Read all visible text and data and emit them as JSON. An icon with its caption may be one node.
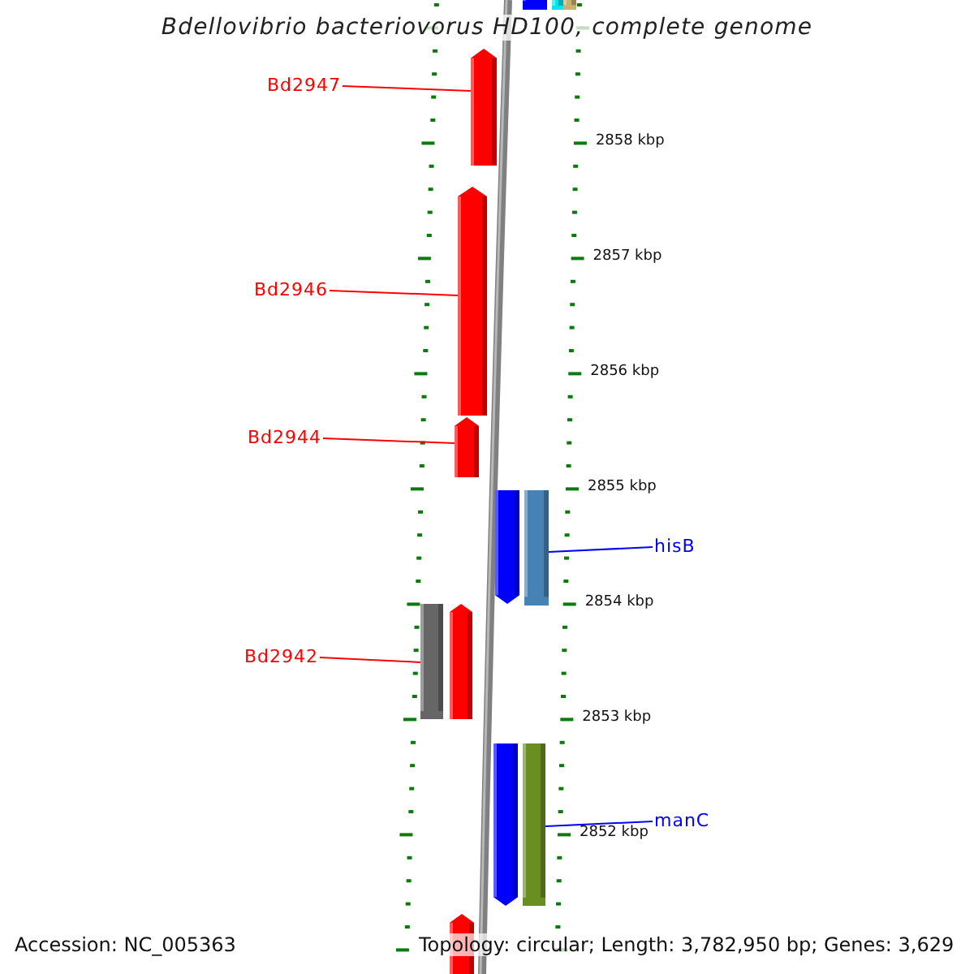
{
  "diagram": {
    "title": "Bdellovibrio bacteriovorus HD100, complete genome",
    "nodes": [
      {
        "text": [],
        "shape": "bar"
      },
      {
        "text": [],
        "shape": "bar"
      },
      {
        "text": [],
        "shape": "bar"
      },
      {
        "text": [
          "Bd2947"
        ]
      },
      {
        "text": [],
        "shape": "bar"
      },
      {
        "text": [
          "Bd2946"
        ]
      },
      {
        "text": [],
        "shape": "bar"
      },
      {
        "text": [
          "Bd2944"
        ]
      },
      {
        "text": [],
        "shape": "bar"
      },
      {
        "text": [],
        "shape": "bar"
      },
      {
        "text": [],
        "shape": "bar"
      },
      {
        "text": [
          "hisB"
        ]
      },
      {
        "text": [],
        "shape": "bar"
      },
      {
        "text": [],
        "shape": "bar"
      },
      {
        "text": [
          "Bd2942"
        ]
      },
      {
        "text": [],
        "shape": "bar"
      },
      {
        "text": [],
        "shape": "bar"
      },
      {
        "text": [
          "manC"
        ]
      },
      {
        "text": [],
        "shape": "bar"
      }
    ],
    "edges": [
      {
        "from": 3,
        "to": 4,
        "arrow": "none"
      },
      {
        "from": 5,
        "to": 6,
        "arrow": "none"
      },
      {
        "from": 7,
        "to": 8,
        "arrow": "none"
      },
      {
        "from": 11,
        "to": 10,
        "arrow": "none",
        "color": "#0000ff"
      },
      {
        "from": 14,
        "to": 12,
        "arrow": "none"
      },
      {
        "from": 17,
        "to": 16,
        "arrow": "none",
        "color": "#0000ff"
      }
    ],
    "labels": [
      "2858 kbp",
      "2857 kbp",
      "2856 kbp",
      "2855 kbp",
      "2854 kbp",
      "2853 kbp",
      "2852 kbp",
      "Accession: NC_005363",
      "Topology: circular; Length: 3,782,950 bp; Genes: 3,629"
    ]
  }
}
